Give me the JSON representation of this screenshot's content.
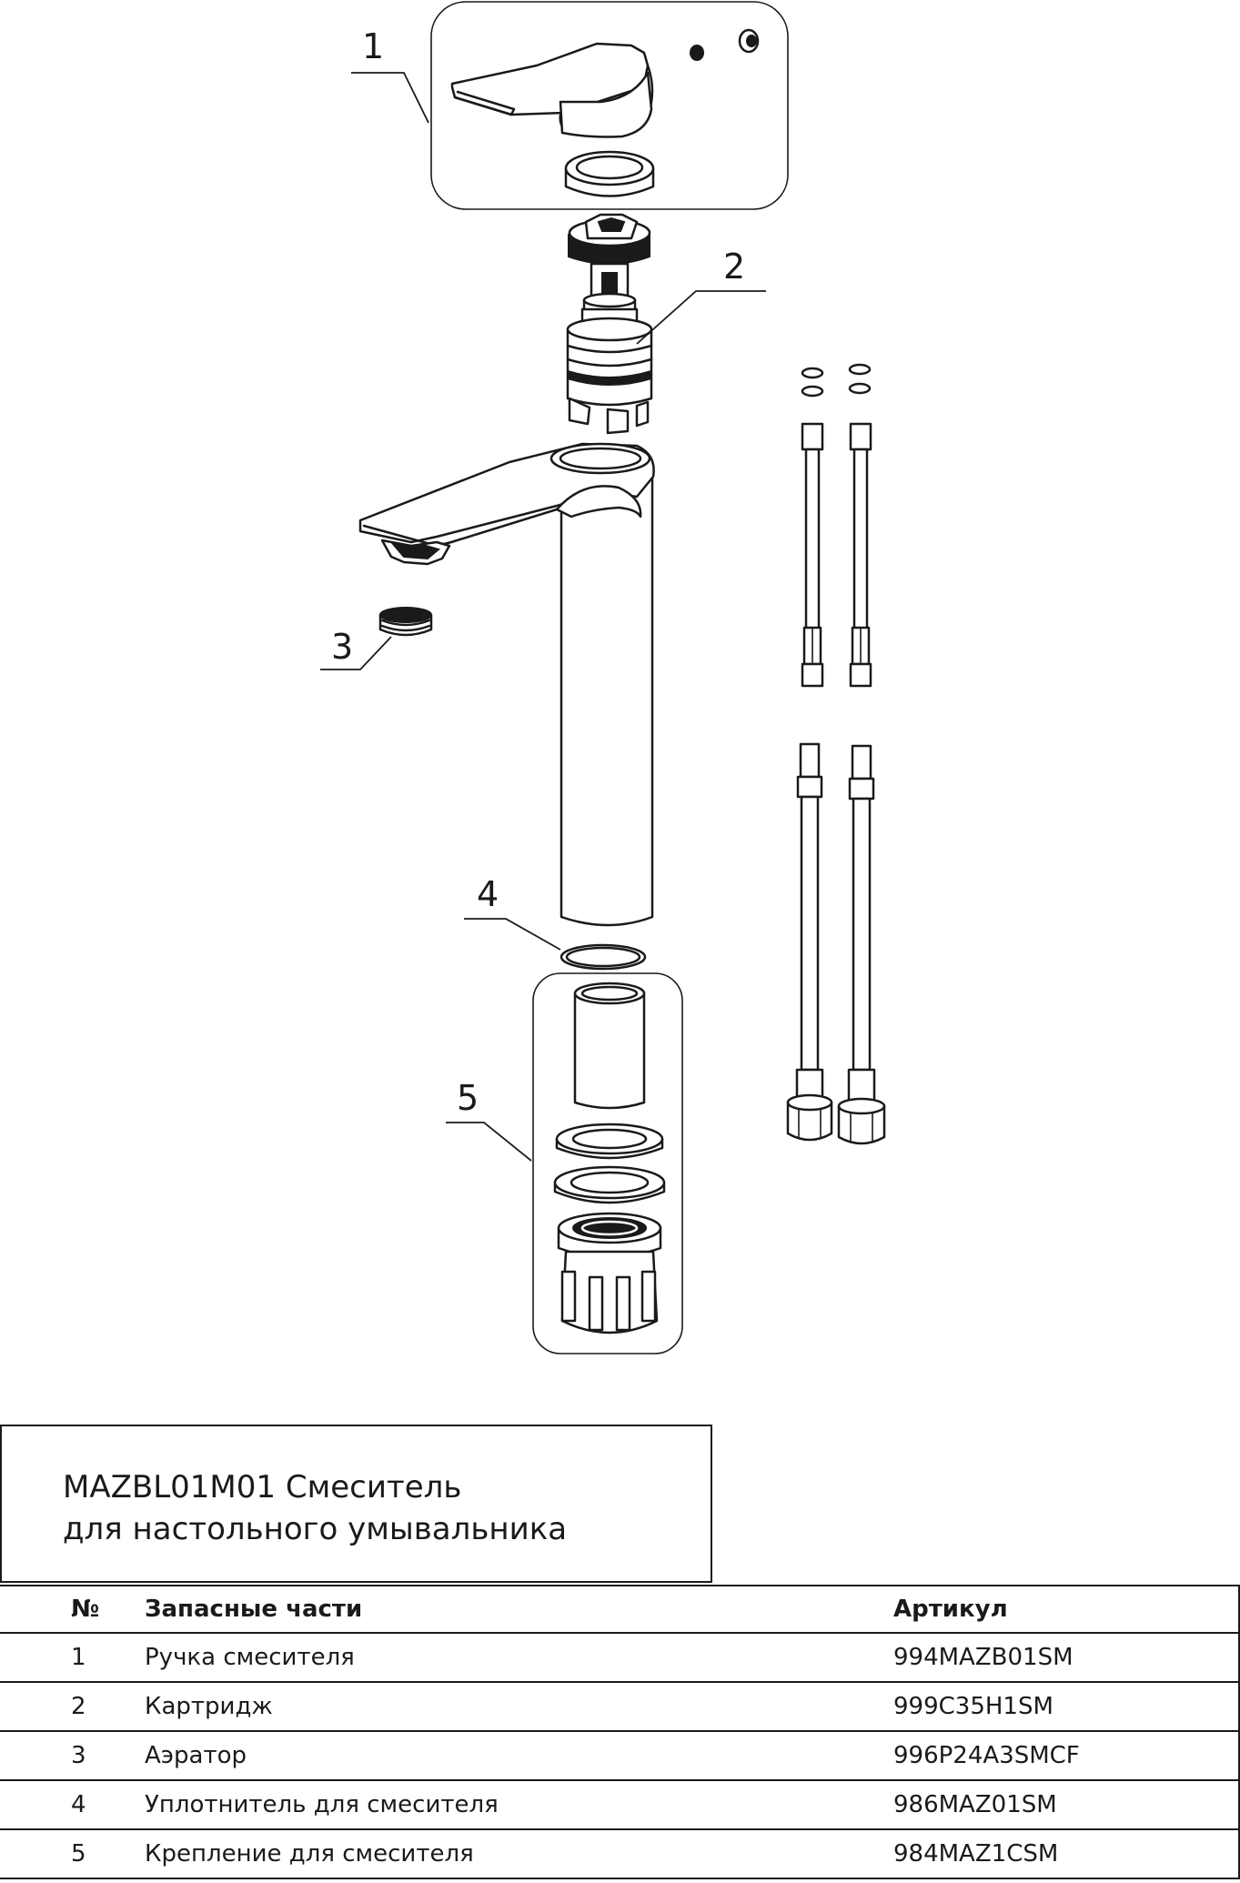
{
  "callouts": [
    "1",
    "2",
    "3",
    "4",
    "5"
  ],
  "title": {
    "line1": "MAZBL01M01 Смеситель",
    "line2": "для настольного умывальника"
  },
  "table": {
    "headers": {
      "no": "№",
      "name": "Запасные части",
      "article": "Артикул"
    },
    "rows": [
      {
        "no": "1",
        "name": "Ручка смесителя",
        "article": "994MAZB01SM"
      },
      {
        "no": "2",
        "name": "Картридж",
        "article": "999C35H1SM"
      },
      {
        "no": "3",
        "name": "Аэратор",
        "article": "996P24A3SMCF"
      },
      {
        "no": "4",
        "name": "Уплотнитель для смесителя",
        "article": "986MAZ01SM"
      },
      {
        "no": "5",
        "name": "Крепление для смесителя",
        "article": "984MAZ1CSM"
      }
    ]
  }
}
